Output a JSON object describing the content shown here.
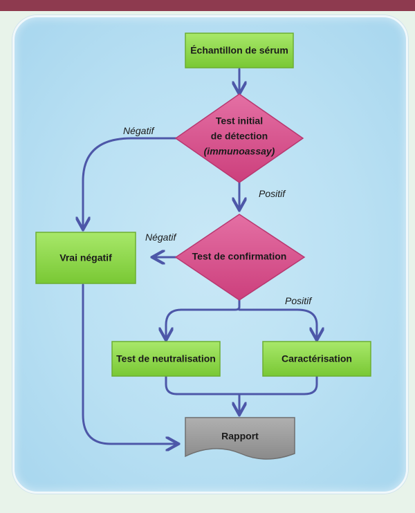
{
  "colors": {
    "page_background": "#e8f3ea",
    "top_strip": "#8e3a4f",
    "panel": "#bde2f4",
    "process_green": "#8ed84a",
    "decision_pink": "#d8508a",
    "document_gray": "#9a9a9a",
    "arrow_blue": "#4d57a8"
  },
  "nodes": {
    "sample": "Échantillon de sérum",
    "initial_test_line1": "Test initial",
    "initial_test_line2": "de détection",
    "initial_test_line3": "(immunoassay)",
    "true_negative": "Vrai négatif",
    "confirmation_test": "Test de confirmation",
    "neutralisation_test": "Test de neutralisation",
    "characterisation": "Caractérisation",
    "report": "Rapport"
  },
  "edges": {
    "initial_negative": "Négatif",
    "initial_positive": "Positif",
    "confirmation_negative": "Négatif",
    "confirmation_positive": "Positif"
  }
}
